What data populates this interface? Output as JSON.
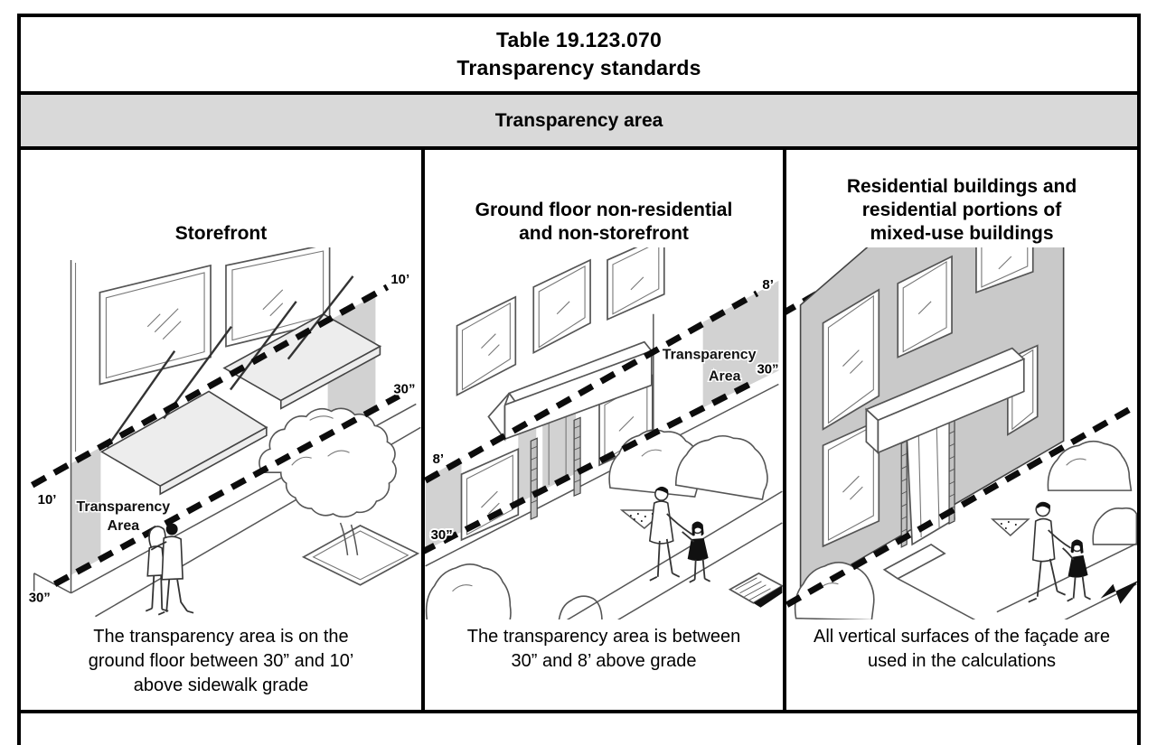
{
  "title": {
    "line1": "Table 19.123.070",
    "line2": "Transparency standards"
  },
  "section_header": "Transparency area",
  "columns": [
    {
      "heading_lines": [
        "Storefront"
      ],
      "caption_lines": [
        "The transparency area is on the",
        "ground floor between 30” and 10’",
        "above sidewalk grade"
      ],
      "diagram": {
        "upper_label_right": "10’",
        "upper_label_left": "10’",
        "lower_label_right": "30”",
        "lower_label_left": "30”",
        "area_label_line1": "Transparency",
        "area_label_line2": "Area"
      }
    },
    {
      "heading_lines": [
        "Ground floor non-residential",
        "and non-storefront"
      ],
      "caption_lines": [
        "The transparency area is between",
        "30” and 8’ above grade"
      ],
      "diagram": {
        "upper_label_right": "8’",
        "upper_label_left": "8’",
        "lower_label_right": "30”",
        "lower_label_left": "30”",
        "area_label_line1": "Transparency",
        "area_label_line2": "Area"
      }
    },
    {
      "heading_lines": [
        "Residential buildings and",
        "residential portions of",
        "mixed-use buildings"
      ],
      "caption_lines": [
        "All vertical surfaces of the façade are",
        "used in the calculations"
      ],
      "diagram": {}
    }
  ],
  "colors": {
    "section_header_bg": "#d9d9d9",
    "transparency_band_shade": "#d2d2d2",
    "residential_facade_shade": "#c9c9c9",
    "border": "#000000"
  }
}
